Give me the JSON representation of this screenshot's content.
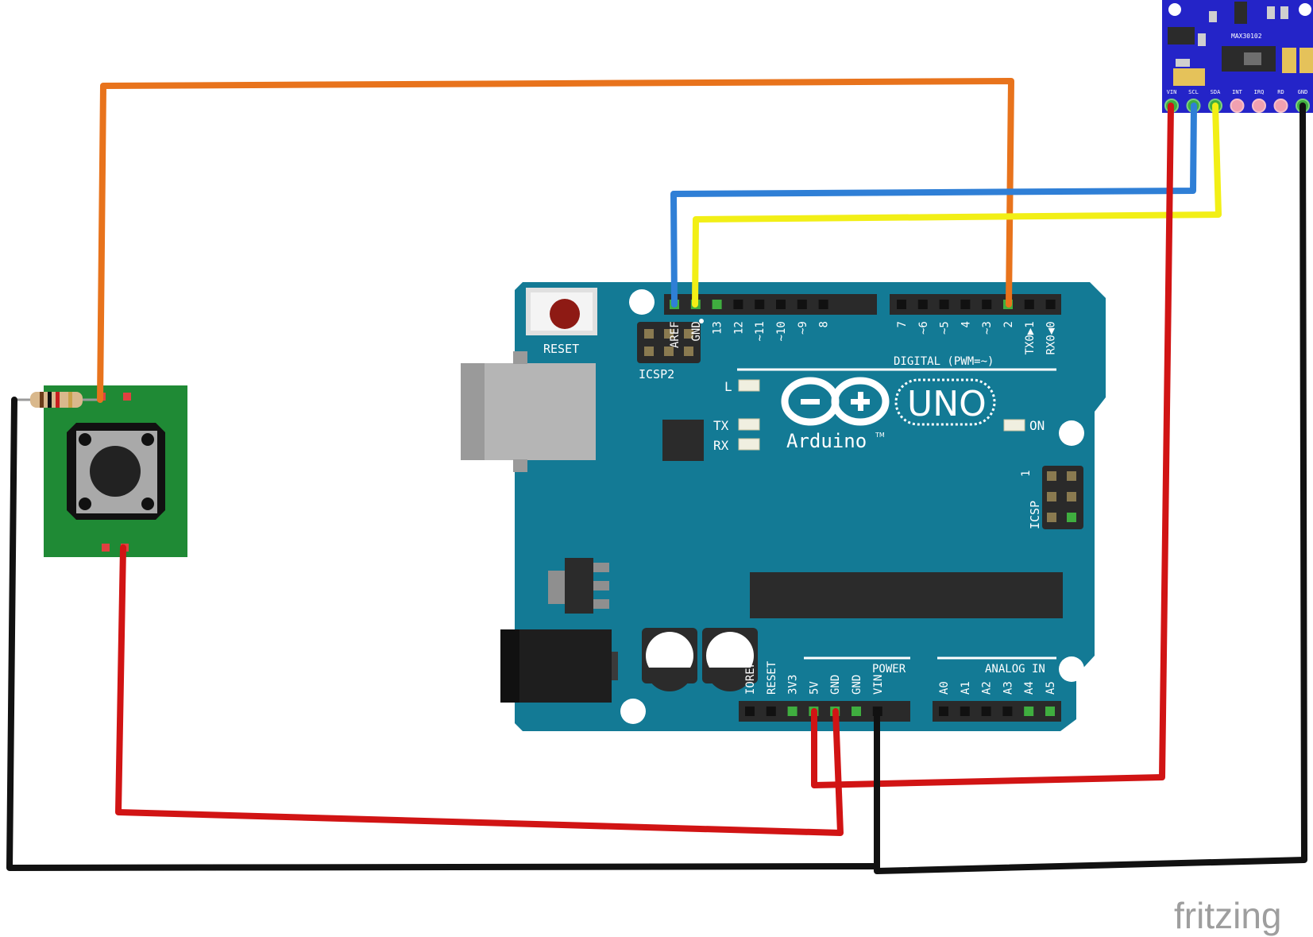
{
  "arduino": {
    "reset_label": "RESET",
    "icsp2_label": "ICSP2",
    "icsp_label": "ICSP",
    "icsp_pin1": "1",
    "digital_label": "DIGITAL (PWM=~)",
    "power_label": "POWER",
    "analog_label": "ANALOG IN",
    "brand": "Arduino",
    "tm": "TM",
    "model": "UNO",
    "led_l": "L",
    "led_tx": "TX",
    "led_rx": "RX",
    "led_on": "ON",
    "header_left": [
      "AREF",
      "GND",
      "13",
      "12",
      "~11",
      "~10",
      "~9",
      "8"
    ],
    "header_right": [
      "7",
      "~6",
      "~5",
      "4",
      "~3",
      "2",
      "TX0▶1",
      "RX0◀0"
    ],
    "power_pins": [
      "IOREF",
      "RESET",
      "3V3",
      "5V",
      "GND",
      "GND",
      "VIN"
    ],
    "analog_pins": [
      "A0",
      "A1",
      "A2",
      "A3",
      "A4",
      "A5"
    ]
  },
  "sensor": {
    "chip_label": "MAX30102",
    "pins": [
      "VIN",
      "SCL",
      "SDA",
      "INT",
      "IRQ",
      "RD",
      "GND"
    ]
  },
  "watermark": "fritzing",
  "colors": {
    "board": "#137a95",
    "wire_orange": "#e8731c",
    "wire_blue": "#2f7fd6",
    "wire_yellow": "#f2ef16",
    "wire_red": "#d11414",
    "wire_black": "#111111",
    "button_pcb": "#1f8a35",
    "sensor_pcb": "#2424c8"
  }
}
